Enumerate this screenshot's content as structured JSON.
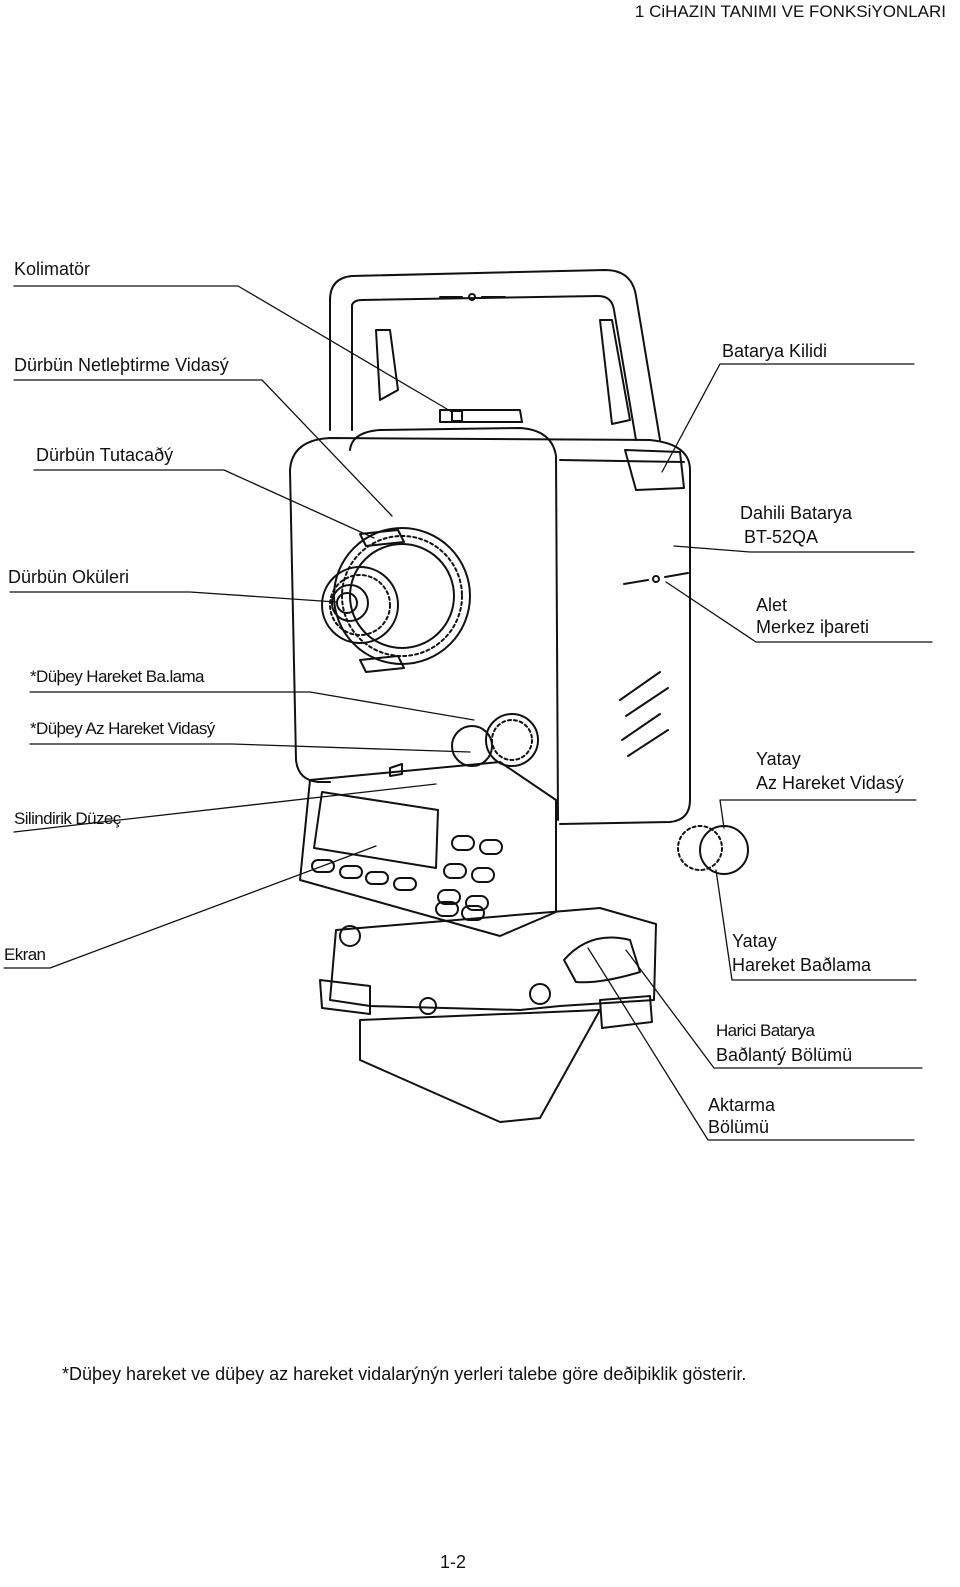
{
  "header": {
    "section": "1   CiHAZIN TANIMI VE FONKSiYONLARI"
  },
  "labels_left": {
    "kolimator": "Kolimatör",
    "netlestirme": "Dürbün Netleþtirme Vidasý",
    "tutacak": "Dürbün Tutacaðý",
    "okuler": "Dürbün Oküleri",
    "dusey_baglama": "*Düþey Hareket Ba.lama",
    "dusey_az": "*Düþey Az Hareket Vidasý",
    "silindirik": "Silindirik Düzeç",
    "ekran": "Ekran"
  },
  "labels_right": {
    "batarya_kilidi": "Batarya Kilidi",
    "dahili_1": "Dahili Batarya",
    "dahili_2": "BT-52QA",
    "alet_1": "Alet",
    "alet_2": "Merkez iþareti",
    "yatay_az_1": "Yatay",
    "yatay_az_2": "Az Hareket Vidasý",
    "yatay_bag_1": "Yatay",
    "yatay_bag_2": "Hareket Baðlama",
    "harici_1": "Harici Batarya",
    "harici_2": "Baðlantý Bölümü",
    "aktarma_1": "Aktarma",
    "aktarma_2": "Bölümü"
  },
  "footnote": "*Düþey hareket ve düþey az hareket vidalarýnýn yerleri  talebe göre deðiþiklik gösterir.",
  "page_number": "1-2"
}
